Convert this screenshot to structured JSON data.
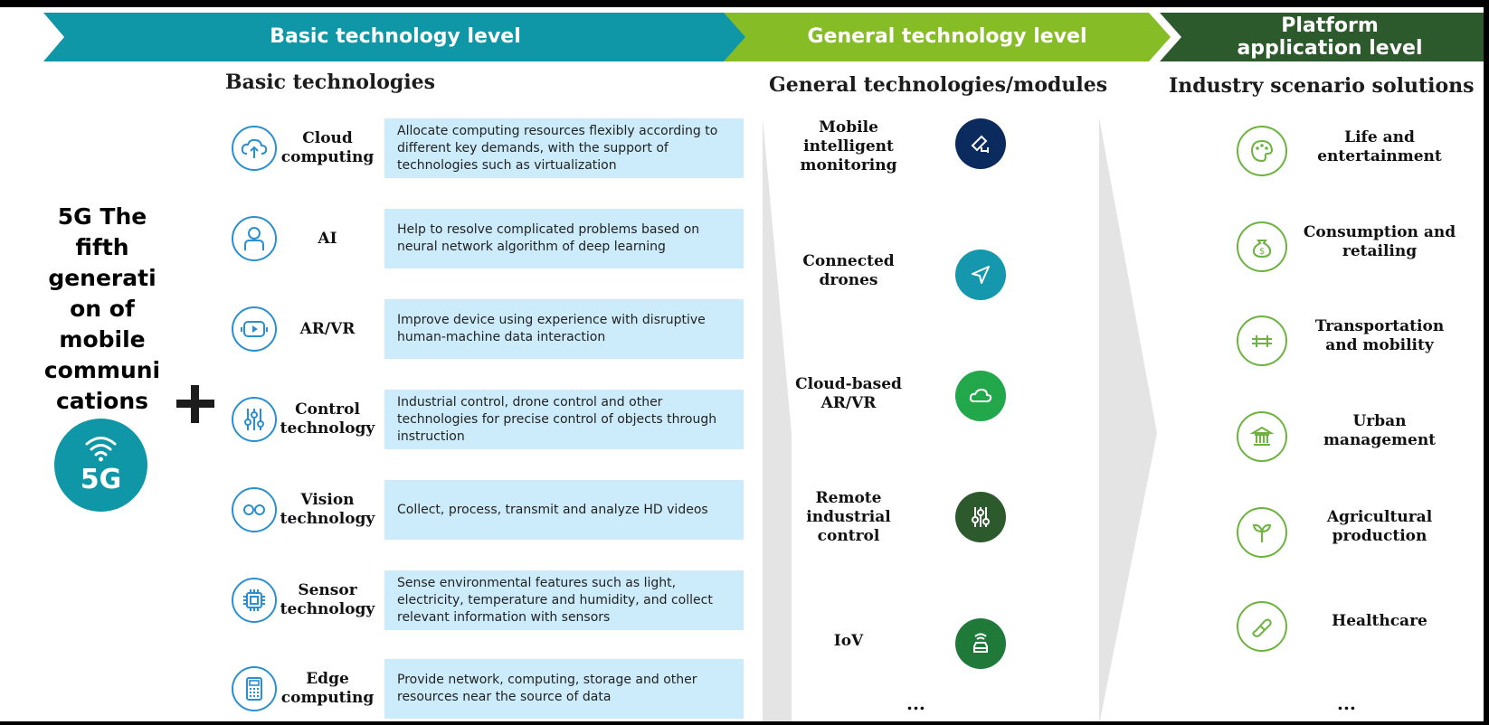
{
  "header": {
    "basic_level": "Basic technology level",
    "general_level": "General technology level",
    "platform_level": "Platform application level"
  },
  "sections": {
    "basic": "Basic technologies",
    "general": "General technologies/modules",
    "industry": "Industry scenario solutions"
  },
  "five_g": {
    "heading": "5G The fifth generati on of mobile communi cations",
    "badge": "5G"
  },
  "basic_technologies": [
    {
      "label": "Cloud computing",
      "icon": "cloud-upload-icon",
      "desc": "Allocate computing resources flexibly according to different key demands, with the support of technologies such as virtualization"
    },
    {
      "label": "AI",
      "icon": "person-icon",
      "desc": "Help to resolve complicated problems based on neural network algorithm of deep learning"
    },
    {
      "label": "AR/VR",
      "icon": "vr-headset-icon",
      "desc": "Improve device using experience with disruptive human-machine data interaction"
    },
    {
      "label": "Control technology",
      "icon": "sliders-icon",
      "desc": "Industrial control, drone control and other technologies for precise control of objects through instruction"
    },
    {
      "label": "Vision technology",
      "icon": "glasses-icon",
      "desc": "Collect, process, transmit and analyze HD videos"
    },
    {
      "label": "Sensor technology",
      "icon": "chip-icon",
      "desc": "Sense environmental features such as light, electricity, temperature and humidity, and collect relevant information with sensors"
    },
    {
      "label": "Edge computing",
      "icon": "calculator-icon",
      "desc": "Provide network, computing, storage and other resources near the source of data"
    }
  ],
  "general_modules": [
    {
      "label": "Mobile intelligent monitoring",
      "icon": "camera-monitor-icon",
      "color": "#0b2a5e"
    },
    {
      "label": "Connected drones",
      "icon": "paper-plane-icon",
      "color": "#1597ae"
    },
    {
      "label": "Cloud-based AR/VR",
      "icon": "cloud-icon",
      "color": "#22a84a"
    },
    {
      "label": "Remote industrial control",
      "icon": "sliders-icon",
      "color": "#2d5a2d"
    },
    {
      "label": "IoV",
      "icon": "connected-car-icon",
      "color": "#1f7a3a"
    }
  ],
  "industry_solutions": [
    {
      "label": "Life and entertainment",
      "icon": "palette-icon"
    },
    {
      "label": "Consumption and retailing",
      "icon": "money-bag-icon"
    },
    {
      "label": "Transportation and mobility",
      "icon": "bridge-icon"
    },
    {
      "label": "Urban management",
      "icon": "government-building-icon"
    },
    {
      "label": "Agricultural production",
      "icon": "sprout-icon"
    },
    {
      "label": "Healthcare",
      "icon": "pill-icon"
    }
  ],
  "ellipsis": "..."
}
